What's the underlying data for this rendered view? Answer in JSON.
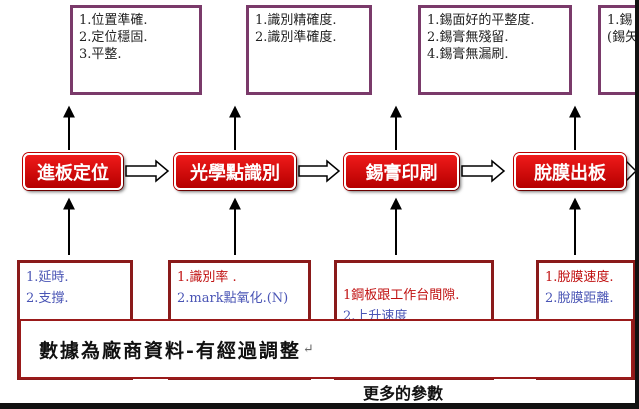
{
  "top_boxes": [
    {
      "lines": [
        "1.位置準確.",
        "2.定位穩固.",
        "3.平整."
      ]
    },
    {
      "lines": [
        "1.識別精確度.",
        "2.識別準確度."
      ]
    },
    {
      "lines": [
        "1.錫面好的平整度.",
        "2.錫膏無殘留.",
        "4.錫膏無漏刷."
      ]
    },
    {
      "lines": [
        "1.錫",
        "(錫矢"
      ]
    }
  ],
  "stages": [
    "進板定位",
    "光學點識別",
    "錫膏印刷",
    "脫膜出板"
  ],
  "bottom_boxes": [
    {
      "lines": [
        "1.延時.",
        "2.支撐."
      ],
      "color": "blue"
    },
    {
      "lines": [
        "1.識別率 .",
        "2.mark點氧化.(N)"
      ],
      "color": "red"
    },
    {
      "lines": [
        "1鋼板跟工作台間隙.",
        "2.上升速度"
      ],
      "color": "red"
    },
    {
      "lines": [
        "1.脫膜速度.",
        "2.脫膜距離."
      ],
      "color": "red"
    }
  ],
  "note": {
    "text": "數據為廠商資料-有經過調整",
    "mark": "↵"
  },
  "more_text": "更多的參數",
  "colors": {
    "stage_red": "#d40000",
    "top_border": "#7a3a6a",
    "bottom_border": "#8a1a1a",
    "blue_text": "#4a55b5",
    "red_text": "#c01010"
  }
}
